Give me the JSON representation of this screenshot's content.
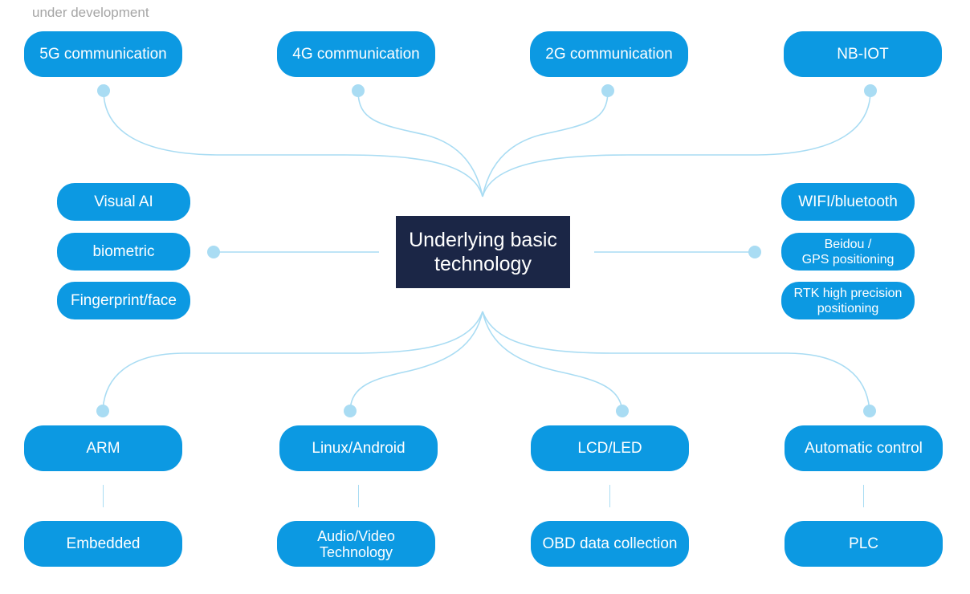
{
  "note": "under development",
  "center": {
    "label_line1": "Underlying basic",
    "label_line2": "technology"
  },
  "top": [
    "5G communication",
    "4G communication",
    "2G communication",
    "NB-IOT"
  ],
  "left": [
    "Visual AI",
    "biometric",
    "Fingerprint/face"
  ],
  "right": [
    {
      "l1": "WIFI/bluetooth",
      "l2": ""
    },
    {
      "l1": "Beidou /",
      "l2": "GPS positioning"
    },
    {
      "l1": "RTK high precision",
      "l2": "positioning"
    }
  ],
  "bottom": [
    "ARM",
    "Linux/Android",
    "LCD/LED",
    "Automatic control"
  ],
  "bottom2": [
    {
      "l1": "Embedded",
      "l2": ""
    },
    {
      "l1": "Audio/Video",
      "l2": "Technology"
    },
    {
      "l1": "OBD data collection",
      "l2": ""
    },
    {
      "l1": "PLC",
      "l2": ""
    }
  ],
  "colors": {
    "node": "#0c99e2",
    "center": "#1b2646",
    "connector": "#a9dcf3",
    "note": "#a5a5a5"
  }
}
